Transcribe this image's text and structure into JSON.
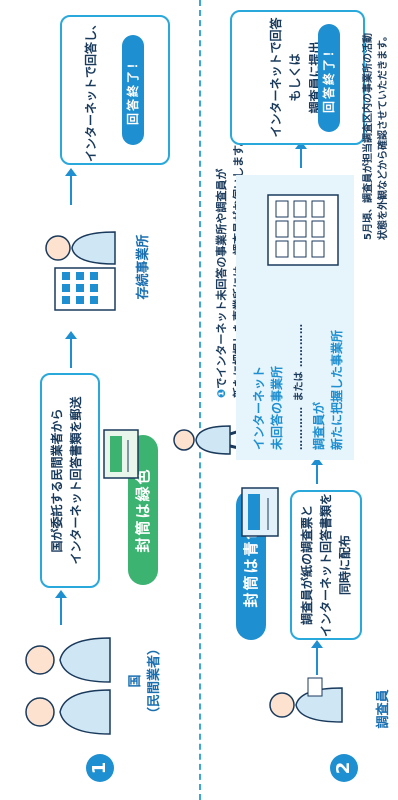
{
  "row1": {
    "number": "1",
    "actor_label": "国\n（民間業者）",
    "envelope_tag": "封筒は緑色",
    "step_box": "国が委託する民間業者から\nインターネット回答書類を郵送",
    "office_label": "存続事業所",
    "end_box": "インターネットで回答し、",
    "end_pill": "回答終了！"
  },
  "middle_note": {
    "badge": "❶",
    "text": "でインターネット未回答の事業所や調査員が\n新たに把握した事業所には、調査員がお伺いします。"
  },
  "row2": {
    "number": "2",
    "actor_label": "調査員",
    "envelope_tag": "封筒は青色",
    "step_box": "調査員が紙の調査票と\nインターネット回答書類を\n同時に配布",
    "panel_line1": "インターネット\n未回答の事業所",
    "panel_or": "または",
    "panel_line2": "調査員が\n新たに把握した事業所",
    "end_box": "インターネットで回答\nもしくは\n調査員に提出",
    "end_pill": "回答終了！",
    "footnote": "5月頃、調査員が担当調査区内の事業所の活動\n状態を外観などから確認させていただきます。"
  },
  "colors": {
    "accent": "#1e8fd0",
    "green_tag": "#3cb371",
    "blue_tag": "#1e8fd0",
    "panel_bg": "#e6f4fb",
    "text": "#1a3a5c"
  }
}
